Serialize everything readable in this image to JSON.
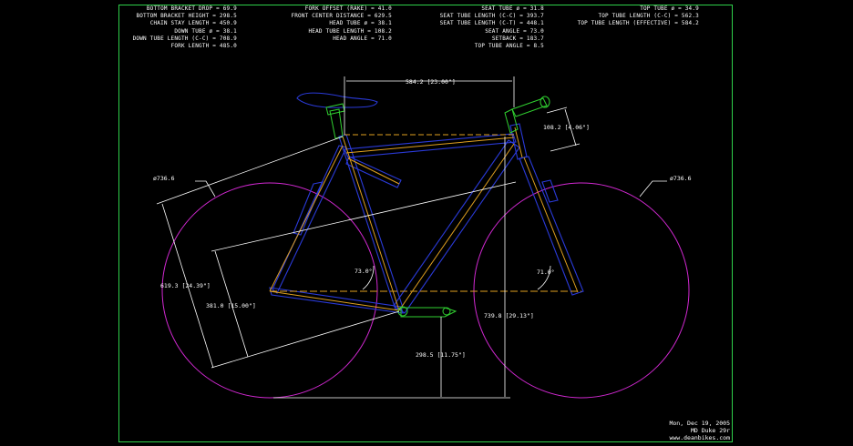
{
  "specs": {
    "col1": [
      "BOTTOM BRACKET DROP = 69.9",
      "BOTTOM BRACKET HEIGHT = 298.5",
      "CHAIN STAY LENGTH = 450.9",
      "DOWN TUBE ø = 38.1",
      "DOWN TUBE LENGTH (C-C) = 708.9",
      "FORK LENGTH = 485.0"
    ],
    "col2": [
      "FORK OFFSET (RAKE) = 41.0",
      "FRONT CENTER DISTANCE = 629.5",
      "HEAD TUBE ø = 38.1",
      "HEAD TUBE LENGTH = 108.2",
      "HEAD ANGLE = 71.0"
    ],
    "col3": [
      "SEAT TUBE ø = 31.8",
      "SEAT TUBE LENGTH (C-C) = 393.7",
      "SEAT TUBE LENGTH (C-T) = 448.1",
      "SEAT ANGLE = 73.0",
      "SETBACK = 183.7",
      "TOP TUBE ANGLE = 8.5"
    ],
    "col4": [
      "TOP TUBE ø = 34.9",
      "TOP TUBE LENGTH (C-C) = 562.3",
      "TOP TUBE LENGTH (EFFECTIVE) = 584.2"
    ]
  },
  "dimensions": {
    "effective_top_tube": "584.2 [23.00\"]",
    "head_tube": "108.2 [4.06\"]",
    "rear_wheel_dia": "ø736.6",
    "front_wheel_dia": "ø736.6",
    "seat_tube_ct": "619.3 [24.39\"]",
    "seat_tube_cc": "381.0 [15.00\"]",
    "seat_angle": "73.0°",
    "head_angle": "71.0°",
    "stack": "739.8 [29.13\"]",
    "bb_height": "298.5 [11.75\"]"
  },
  "info": {
    "date": "Mon, Dec 19, 2005",
    "model": "MD Duke 29r",
    "site": "www.deanbikes.com"
  },
  "colors": {
    "background": "#000000",
    "frame_border": "#2fd04a",
    "wheel": "#d028d0",
    "tube_center": "#e0a020",
    "tube_outline": "#2a3ad8",
    "components": "#30d030",
    "dimension": "#ffffff"
  }
}
